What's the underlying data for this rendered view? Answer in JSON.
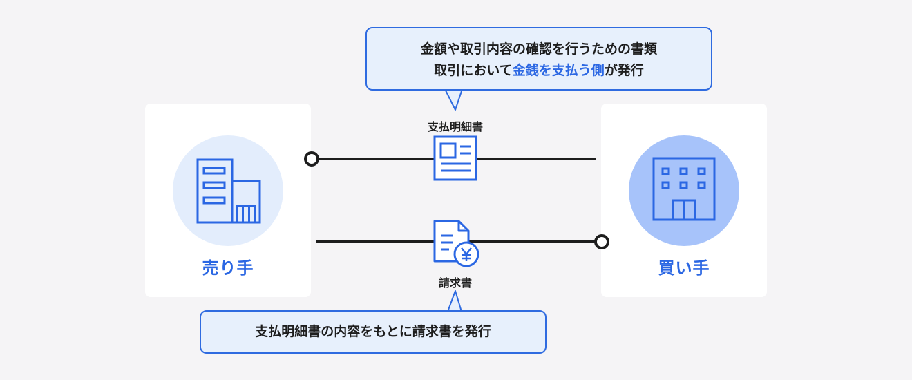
{
  "seller": {
    "label": "売り手",
    "icon": "store-building-icon"
  },
  "buyer": {
    "label": "買い手",
    "icon": "office-building-icon"
  },
  "payment_statement": {
    "label": "支払明細書",
    "icon": "statement-document-icon"
  },
  "invoice": {
    "label": "請求書",
    "icon": "invoice-yen-document-icon"
  },
  "top_callout": {
    "line1": "金額や取引内容の確認を行うための書類",
    "line2_before": "取引において",
    "line2_highlight": "金銭を支払う側",
    "line2_after": "が発行"
  },
  "bottom_callout": {
    "text": "支払明細書の内容をもとに請求書を発行"
  },
  "colors": {
    "accent": "#2b67e3",
    "seller_circle": "#e3edfc",
    "buyer_circle": "#a7c3fa",
    "callout_bg": "#e7f0fc",
    "line": "#1d1d1d"
  }
}
